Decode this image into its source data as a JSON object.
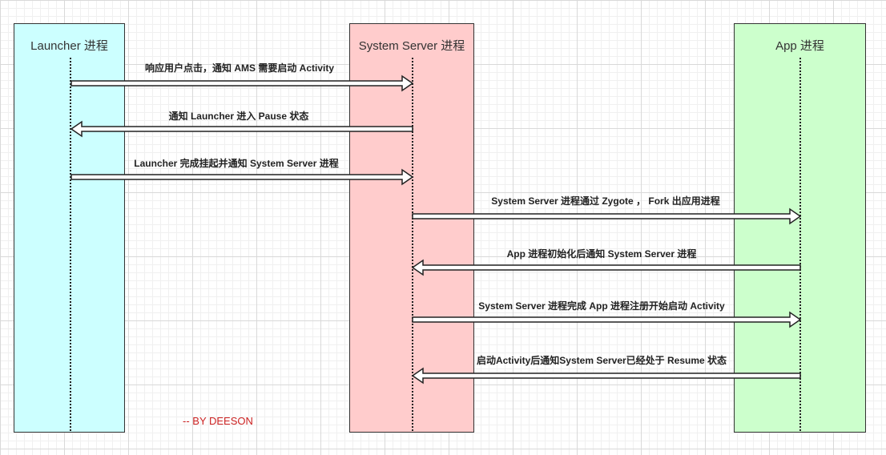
{
  "lanes": [
    {
      "title": "Launcher 进程",
      "fill": "#ccffff"
    },
    {
      "title": "System Server 进程",
      "fill": "#ffcccc"
    },
    {
      "title": "App 进程",
      "fill": "#ccffcc"
    }
  ],
  "messages": [
    {
      "from": "launcher",
      "to": "system_server",
      "label": "响应用户点击，通知 AMS 需要启动 Activity"
    },
    {
      "from": "system_server",
      "to": "launcher",
      "label": "通知 Launcher 进入 Pause 状态"
    },
    {
      "from": "launcher",
      "to": "system_server",
      "label": "Launcher 完成挂起并通知 System Server 进程"
    },
    {
      "from": "system_server",
      "to": "app",
      "label": "System Server 进程通过 Zygote ， Fork 出应用进程"
    },
    {
      "from": "app",
      "to": "system_server",
      "label": "App 进程初始化后通知 System Server 进程"
    },
    {
      "from": "system_server",
      "to": "app",
      "label": "System Server 进程完成 App 进程注册开始启动 Activity"
    },
    {
      "from": "app",
      "to": "system_server",
      "label": "启动Activity后通知System Server已经处于 Resume 状态"
    }
  ],
  "credit": "-- BY DEESON"
}
